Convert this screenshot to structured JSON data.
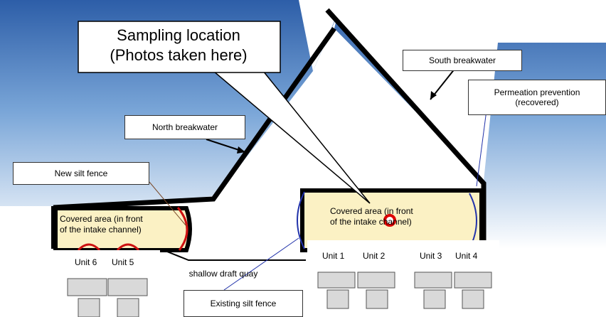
{
  "callout": {
    "line1": "Sampling location",
    "line2": "(Photos taken here)"
  },
  "labels": {
    "south_breakwater": "South breakwater",
    "north_breakwater": "North breakwater",
    "permeation_line1": "Permeation prevention",
    "permeation_line2": "(recovered)",
    "new_silt_fence": "New silt fence",
    "existing_silt_fence": "Existing silt fence",
    "shallow_draft_quay": "shallow draft quay"
  },
  "covered_area_left": {
    "line1": "Covered area (in front",
    "line2": "of the intake channel)"
  },
  "covered_area_right": {
    "line1": "Covered area (in front",
    "line2": "of the intake channel)"
  },
  "units": {
    "unit6": "Unit 6",
    "unit5": "Unit 5",
    "unit1": "Unit 1",
    "unit2": "Unit 2",
    "unit3": "Unit 3",
    "unit4": "Unit 4"
  },
  "colors": {
    "sea_top": "#2f5fa8",
    "sea_bottom": "#ffffff",
    "covered_area": "#fbf1c4",
    "fence_new": "#cc1111",
    "fence_existing": "#2233aa",
    "marker": "#dd0000"
  }
}
